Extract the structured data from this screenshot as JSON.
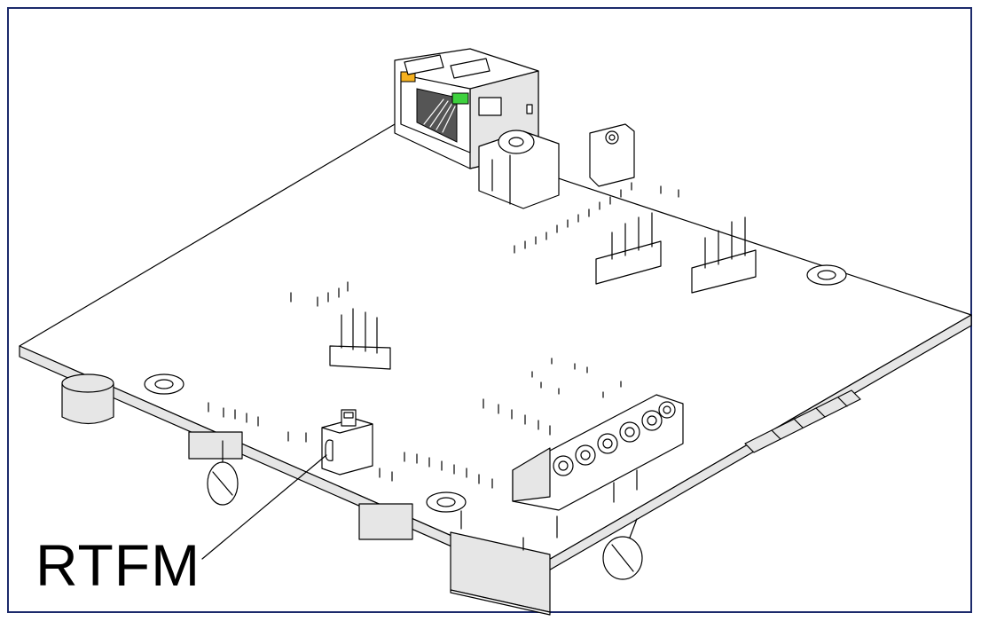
{
  "callout": {
    "label": "RTFM"
  },
  "colors": {
    "frame": "#1c2a6b",
    "led_left": "#f5b120",
    "led_right": "#3ed13e"
  },
  "icons": {
    "board": "circuit-board-isometric",
    "port": "rj45-ethernet-jack",
    "button": "rtfm-push-button",
    "terminal": "screw-terminal-block"
  }
}
